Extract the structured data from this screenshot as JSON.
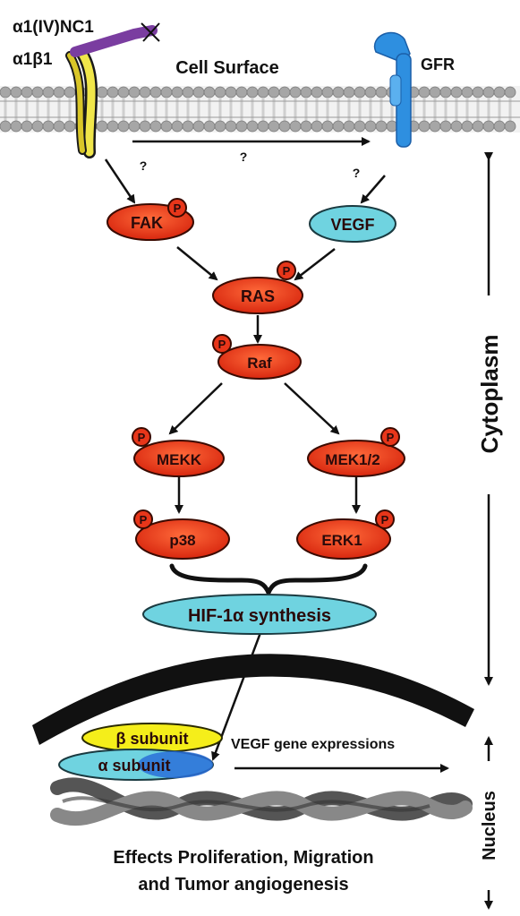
{
  "labels": {
    "ligand": "α1(IV)NC1",
    "integrin": "α1β1",
    "cell_surface": "Cell Surface",
    "gfr": "GFR",
    "cytoplasm": "Cytoplasm",
    "nucleus": "Nucleus",
    "vegf_expression": "VEGF gene expressions",
    "effects_line1": "Effects Proliferation, Migration",
    "effects_line2": "and Tumor angiogenesis"
  },
  "question_marks": [
    "?",
    "?",
    "?"
  ],
  "phospho_label": "P",
  "nodes": {
    "fak": "FAK",
    "vegf": "VEGF",
    "ras": "RAS",
    "raf": "Raf",
    "mekk": "MEKK",
    "mek12": "MEK1/2",
    "p38": "p38",
    "erk1": "ERK1",
    "hif": "HIF-1α synthesis"
  },
  "subunits": {
    "beta": "β subunit",
    "alpha": "α subunit"
  },
  "colors": {
    "kinase_fill": "#e8361a",
    "kinase_stroke": "#3a0a00",
    "cyan_fill": "#6fd3e0",
    "yellow_fill": "#f5ee1a",
    "blue_fill": "#2a6fd8",
    "membrane_gray": "#9a9a9a",
    "nuclear_envelope": "#111111",
    "gfr_blue": "#2e8fe0"
  },
  "icons": [
    "phosphate-badge-icon",
    "membrane-bilayer",
    "integrin-receptor-icon",
    "gfr-receptor-icon",
    "dna-helix-icon",
    "nuclear-envelope-arc"
  ]
}
